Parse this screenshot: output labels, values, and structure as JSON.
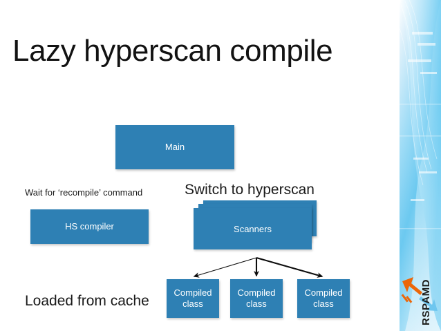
{
  "slide": {
    "title": "Lazy hyperscan compile",
    "background_color": "#ffffff",
    "box_color": "#2e80b4",
    "text_color": "#ffffff"
  },
  "diagram": {
    "main": {
      "label": "Main"
    },
    "hs_compiler": {
      "label": "HS compiler"
    },
    "scanners": {
      "label": "Scanners"
    },
    "compiled_classes": [
      {
        "line1": "Compiled",
        "line2": "class"
      },
      {
        "line1": "Compiled",
        "line2": "class"
      },
      {
        "line1": "Compiled",
        "line2": "class"
      }
    ]
  },
  "annotations": {
    "wait": "Wait for ‘recompile’ command",
    "switch": "Switch to hyperscan",
    "loaded": "Loaded from cache"
  },
  "branding": {
    "logo_text": "RSPAMD",
    "arrow_up_color": "#ec6608",
    "arrow_down_color": "#6ec6ef"
  }
}
